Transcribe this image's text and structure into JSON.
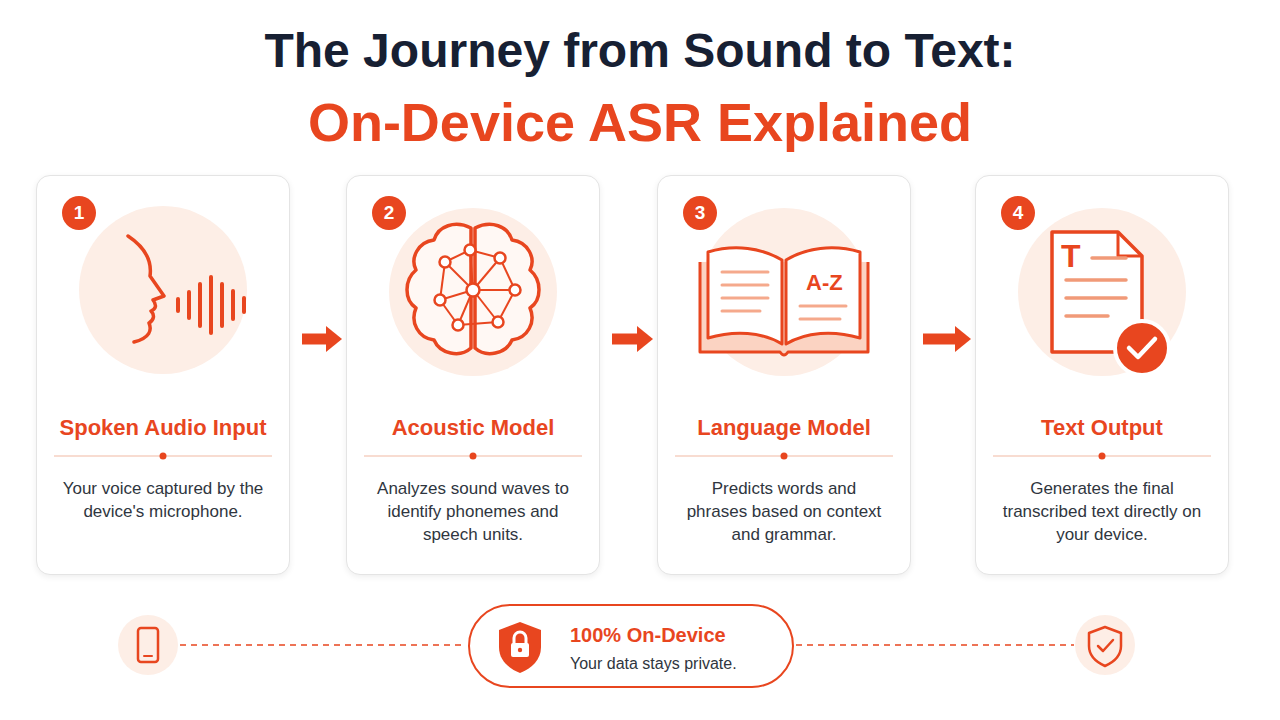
{
  "diagram": {
    "title": "The Journey from Sound to Text:",
    "nodes": [
      {
        "text": [
          "Spoken Audio Input",
          "Your voice captured by the device's microphone."
        ]
      },
      {
        "text": [
          "1"
        ],
        "in": 0
      },
      {
        "text": [
          "Acoustic Model",
          "Analyzes sound waves to identify phonemes and speech units."
        ]
      },
      {
        "text": [
          "2"
        ],
        "in": 2
      },
      {
        "text": [
          "Language Model",
          "Predicts words and phrases based on context and grammar."
        ]
      },
      {
        "text": [
          "3"
        ],
        "in": 4
      },
      {
        "text": [
          "Text Output",
          "Generates the final transcribed text directly on your device."
        ]
      },
      {
        "text": [
          "4"
        ],
        "in": 6
      },
      {
        "text": [
          "100% On-Device",
          "Your data stays private."
        ]
      }
    ],
    "edges": [
      {
        "from": 0,
        "to": 2,
        "arrow": "to"
      },
      {
        "from": 2,
        "to": 4,
        "arrow": "to"
      },
      {
        "from": 4,
        "to": 6,
        "arrow": "to"
      }
    ],
    "labels": [
      "On-Device ASR Explained",
      "A-Z",
      "T"
    ]
  }
}
